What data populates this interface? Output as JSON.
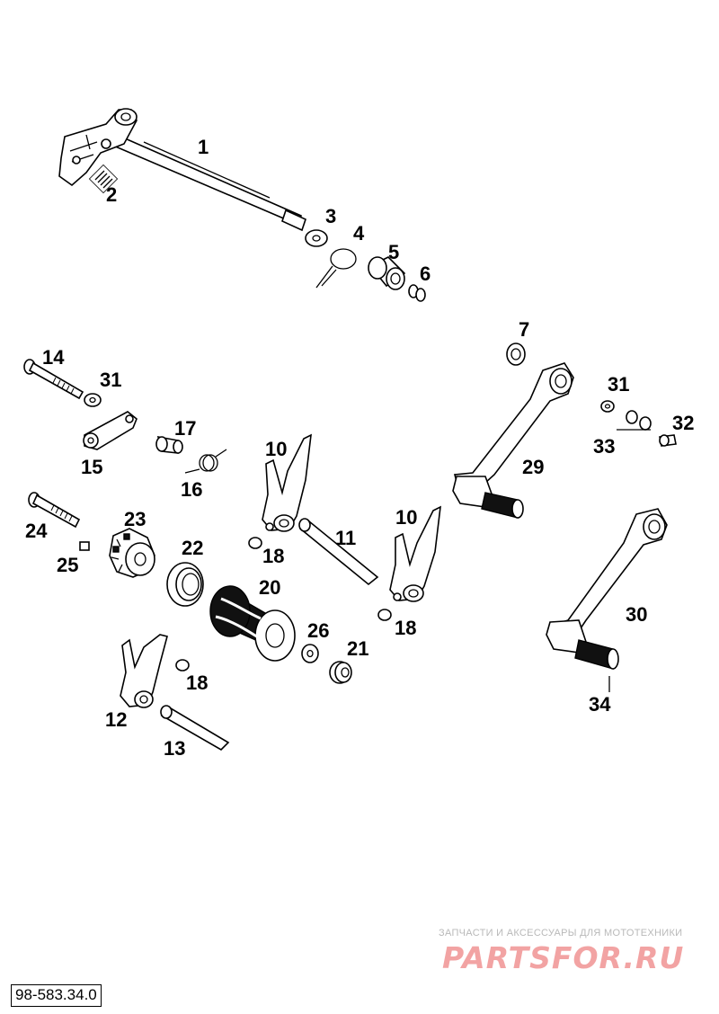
{
  "diagram": {
    "labels": {
      "p1": "1",
      "p2": "2",
      "p3": "3",
      "p4": "4",
      "p5": "5",
      "p6": "6",
      "p7": "7",
      "p10a": "10",
      "p10b": "10",
      "p11": "11",
      "p12": "12",
      "p13": "13",
      "p14": "14",
      "p15": "15",
      "p16": "16",
      "p17": "17",
      "p18a": "18",
      "p18b": "18",
      "p18c": "18",
      "p20": "20",
      "p21": "21",
      "p22": "22",
      "p23": "23",
      "p24": "24",
      "p25": "25",
      "p26": "26",
      "p29": "29",
      "p30": "30",
      "p31a": "31",
      "p31b": "31",
      "p32": "32",
      "p33": "33",
      "p34": "34"
    }
  },
  "watermark": {
    "tagline": "ЗАПЧАСТИ И АКСЕССУАРЫ ДЛЯ МОТОТЕХНИКИ",
    "brand": "PARTSFOR.RU"
  },
  "catalog_number": "98-583.34.0"
}
